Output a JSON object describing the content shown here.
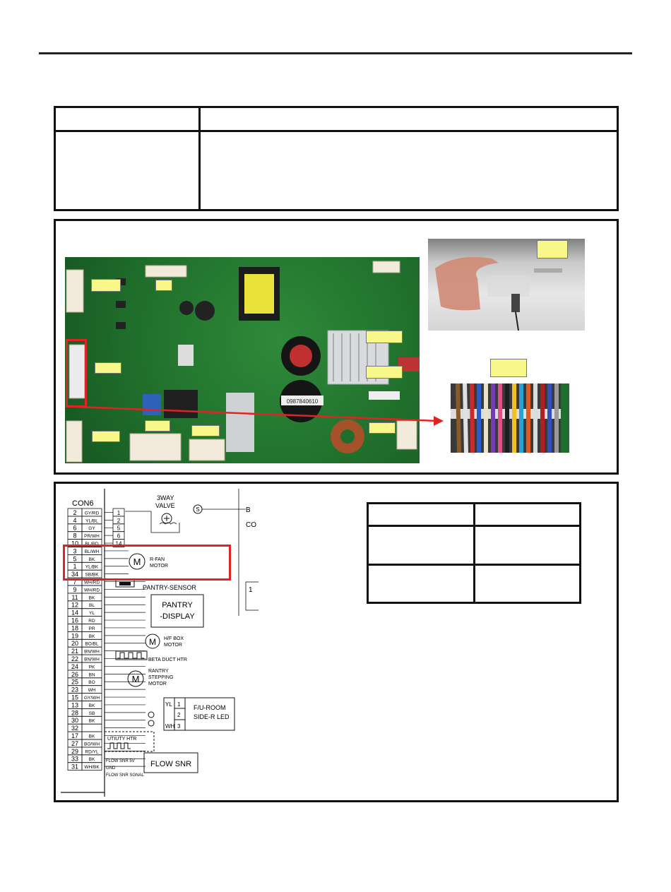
{
  "schematic": {
    "connector_name": "CON6",
    "valve_label_1": "3WAY",
    "valve_label_2": "VALVE",
    "pins": [
      {
        "no": "2",
        "wire": "GY/RD"
      },
      {
        "no": "4",
        "wire": "YL/BL"
      },
      {
        "no": "6",
        "wire": "GY"
      },
      {
        "no": "8",
        "wire": "PR/WH"
      },
      {
        "no": "10",
        "wire": "BL/RD"
      },
      {
        "no": "3",
        "wire": "BL/WH"
      },
      {
        "no": "5",
        "wire": "BK"
      },
      {
        "no": "1",
        "wire": "YL/BK"
      },
      {
        "no": "34",
        "wire": "SB/BK"
      },
      {
        "no": "7",
        "wire": "WH/RD"
      },
      {
        "no": "9",
        "wire": "WH/RD"
      },
      {
        "no": "11",
        "wire": "BK"
      },
      {
        "no": "12",
        "wire": "BL"
      },
      {
        "no": "14",
        "wire": "YL"
      },
      {
        "no": "16",
        "wire": "RD"
      },
      {
        "no": "18",
        "wire": "PR"
      },
      {
        "no": "19",
        "wire": "BK"
      },
      {
        "no": "20",
        "wire": "BO/BL"
      },
      {
        "no": "21",
        "wire": "BN/WH"
      },
      {
        "no": "22",
        "wire": "BN/WH"
      },
      {
        "no": "24",
        "wire": "PK"
      },
      {
        "no": "26",
        "wire": "BN"
      },
      {
        "no": "25",
        "wire": "BO"
      },
      {
        "no": "23",
        "wire": "WH"
      },
      {
        "no": "15",
        "wire": "GY/WH"
      },
      {
        "no": "13",
        "wire": "BK"
      },
      {
        "no": "28",
        "wire": "SB"
      },
      {
        "no": "30",
        "wire": "BK"
      },
      {
        "no": "32",
        "wire": ""
      },
      {
        "no": "17",
        "wire": "BK"
      },
      {
        "no": "27",
        "wire": "BO/WH"
      },
      {
        "no": "29",
        "wire": "RD/YL"
      },
      {
        "no": "33",
        "wire": "BK"
      },
      {
        "no": "31",
        "wire": "WH/BK"
      }
    ],
    "valve_pins": [
      "1",
      "2",
      "5",
      "6",
      "14"
    ],
    "rfan_1": "R-FAN",
    "rfan_2": "MOTOR",
    "pantry_sensor": "PANTRY-SENSOR",
    "pantry_display_1": "PANTRY",
    "pantry_display_2": "-DISPLAY",
    "hf_box_1": "H/F BOX",
    "hf_box_2": "MOTOR",
    "beta_duct": "BETA DUCT HTR",
    "pantry_step_1": "RANTRY",
    "pantry_step_2": "STEPPING",
    "pantry_step_3": "MOTOR",
    "led_pins": [
      "YL",
      "1",
      "2",
      "WH",
      "3"
    ],
    "led_1": "F/U-ROOM",
    "led_2": "SIDE-R LED",
    "utility_htr": "UTIUTY HTR",
    "flow_5v": "FLOW SNR 5V",
    "flow_gnd": "GND",
    "flow_signal": "FLOW SNR SGNAL",
    "flow_snr": "FLOW SNR",
    "motor_symbol": "M",
    "s_symbol": "S",
    "right_b": "B",
    "right_co": "CO",
    "right_1": "1"
  },
  "board_photo": {
    "capacitor_label": "0987840610"
  }
}
